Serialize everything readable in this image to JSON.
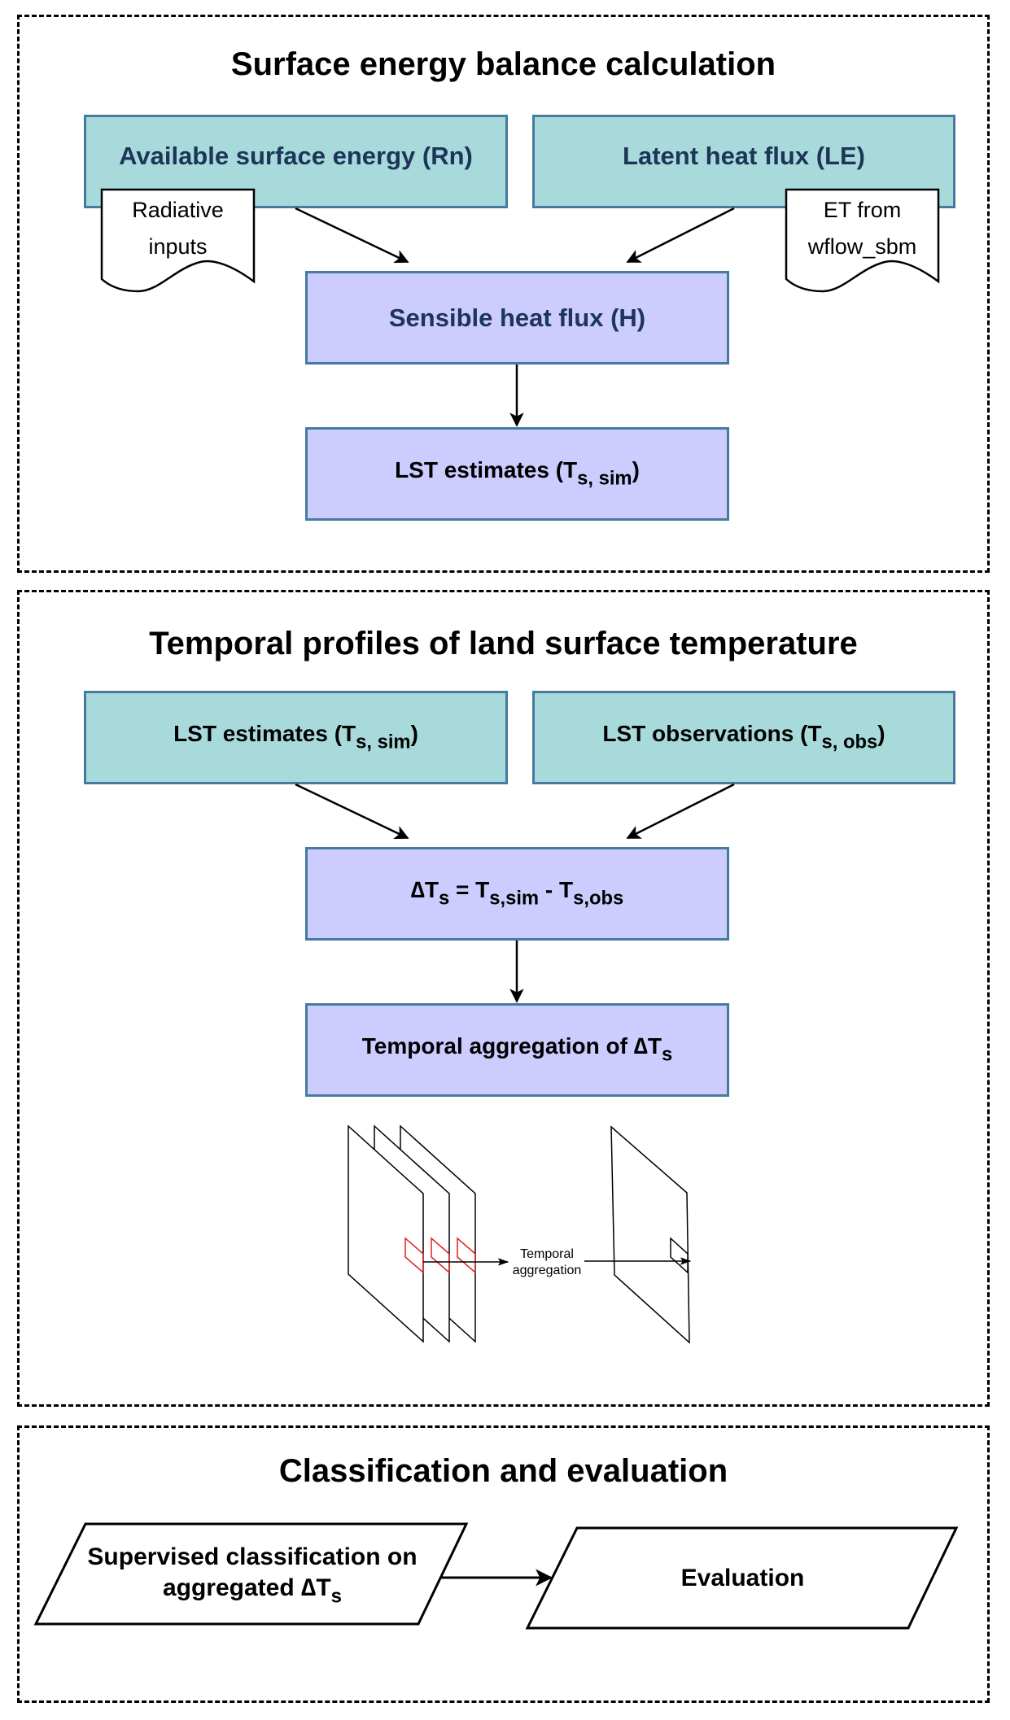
{
  "colors": {
    "input_fill": "#a8dadc",
    "process_fill": "#ccccff",
    "box_border": "#457b9d",
    "navy_text": "#1d3557",
    "highlight_red": "#e02020"
  },
  "sections": [
    {
      "title": "Surface energy balance calculation",
      "boxes": {
        "rn": "Available surface energy (Rn)",
        "le": "Latent heat flux (LE)",
        "h": "Sensible heat flux (H)",
        "lst": {
          "main": "LST estimates (T",
          "sub": "s, sim",
          "close": ")"
        }
      },
      "documents": {
        "radiative": [
          "Radiative",
          "inputs"
        ],
        "et": [
          "ET from",
          "wflow_sbm"
        ]
      }
    },
    {
      "title": "Temporal profiles of land surface temperature",
      "boxes": {
        "lst_est": {
          "main": "LST estimates (T",
          "sub": "s, sim",
          "close": ")"
        },
        "lst_obs": {
          "main": "LST observations (T",
          "sub": "s, obs",
          "close": ")"
        },
        "delta": {
          "p1": "∆T",
          "s1": "s",
          "p2": " = T",
          "s2": "s,sim",
          "p3": " - T",
          "s3": "s,obs"
        },
        "agg": {
          "main": "Temporal aggregation of ∆T",
          "sub": "s"
        }
      },
      "illustration": {
        "label": [
          "Temporal",
          "aggregation"
        ],
        "input_layers": 3,
        "output_layers": 1
      }
    },
    {
      "title": "Classification and evaluation",
      "shapes": {
        "classification": {
          "line1": "Supervised classification on",
          "line2_main": "aggregated ∆T",
          "line2_sub": "s"
        },
        "evaluation": "Evaluation"
      }
    }
  ]
}
